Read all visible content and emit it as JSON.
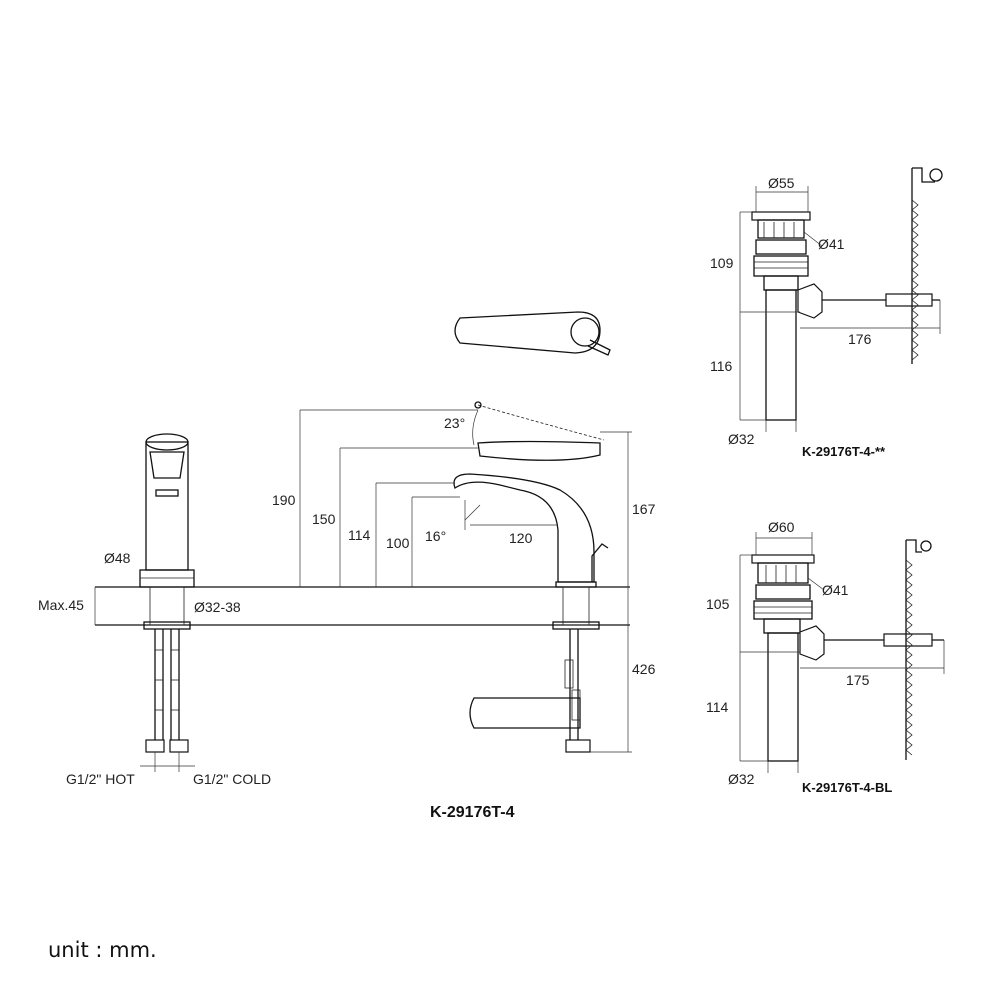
{
  "main_view": {
    "title": "K-29176T-4",
    "dimensions": {
      "d48": "Ø48",
      "max45": "Max.45",
      "d32_38": "Ø32-38",
      "hot": "G1/2\" HOT",
      "cold": "G1/2\" COLD",
      "h190": "190",
      "h150": "150",
      "h114": "114",
      "h100": "100",
      "h167": "167",
      "h426": "426",
      "reach120": "120",
      "angle23": "23°",
      "angle16": "16°"
    }
  },
  "drain_top": {
    "label": "K-29176T-4-**",
    "dimensions": {
      "d55": "Ø55",
      "d41": "Ø41",
      "h109": "109",
      "h116": "116",
      "w176": "176",
      "d32": "Ø32"
    }
  },
  "drain_bottom": {
    "label": "K-29176T-4-BL",
    "dimensions": {
      "d60": "Ø60",
      "d41": "Ø41",
      "h105": "105",
      "h114": "114",
      "w175": "175",
      "d32": "Ø32"
    }
  },
  "footer": {
    "unit_note": "unit : mm."
  }
}
